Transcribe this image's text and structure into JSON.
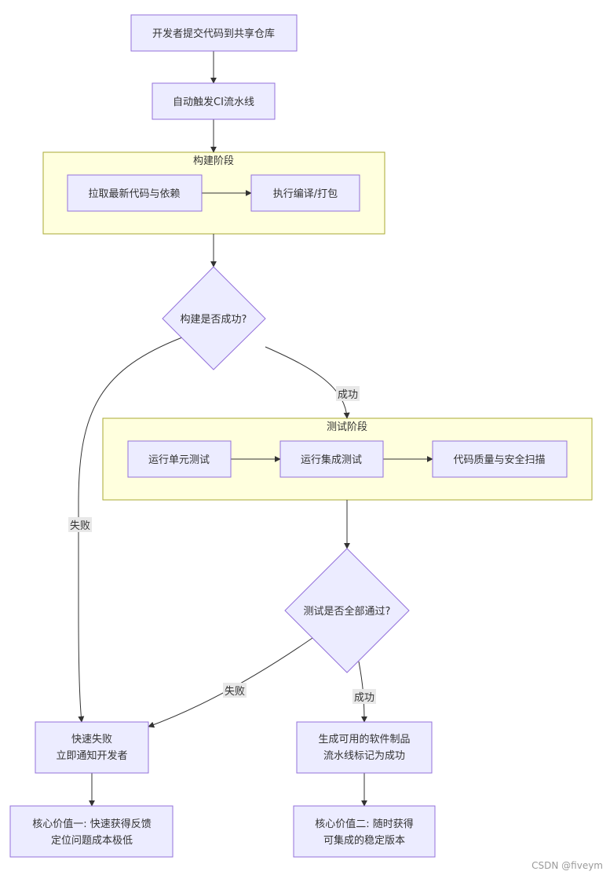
{
  "nodes": {
    "commit": "开发者提交代码到共享仓库",
    "trigger_ci": "自动触发CI流水线",
    "pull_code": "拉取最新代码与依赖",
    "compile": "执行编译/打包",
    "build_ok": "构建是否成功?",
    "unit_test": "运行单元测试",
    "integration_test": "运行集成测试",
    "quality_scan": "代码质量与安全扫描",
    "test_ok": "测试是否全部通过?",
    "fail_fast": [
      "快速失败",
      "立即通知开发者"
    ],
    "artifact": [
      "生成可用的软件制品",
      "流水线标记为成功"
    ],
    "value_one": [
      "核心价值一: 快速获得反馈",
      "定位问题成本极低"
    ],
    "value_two": [
      "核心价值二: 随时获得",
      "可集成的稳定版本"
    ]
  },
  "clusters": {
    "build_stage": "构建阶段",
    "test_stage": "测试阶段"
  },
  "edge_labels": {
    "build_success": "成功",
    "build_fail": "失败",
    "test_fail": "失败",
    "test_success": "成功"
  },
  "watermark": "CSDN @fiveym",
  "colors": {
    "node_fill": "#ECECFF",
    "node_stroke": "#9370DB",
    "cluster_fill": "#FFFFDE",
    "cluster_stroke": "#AAAA33",
    "edge": "#333333",
    "edge_label_bg": "#E8E8E8"
  }
}
